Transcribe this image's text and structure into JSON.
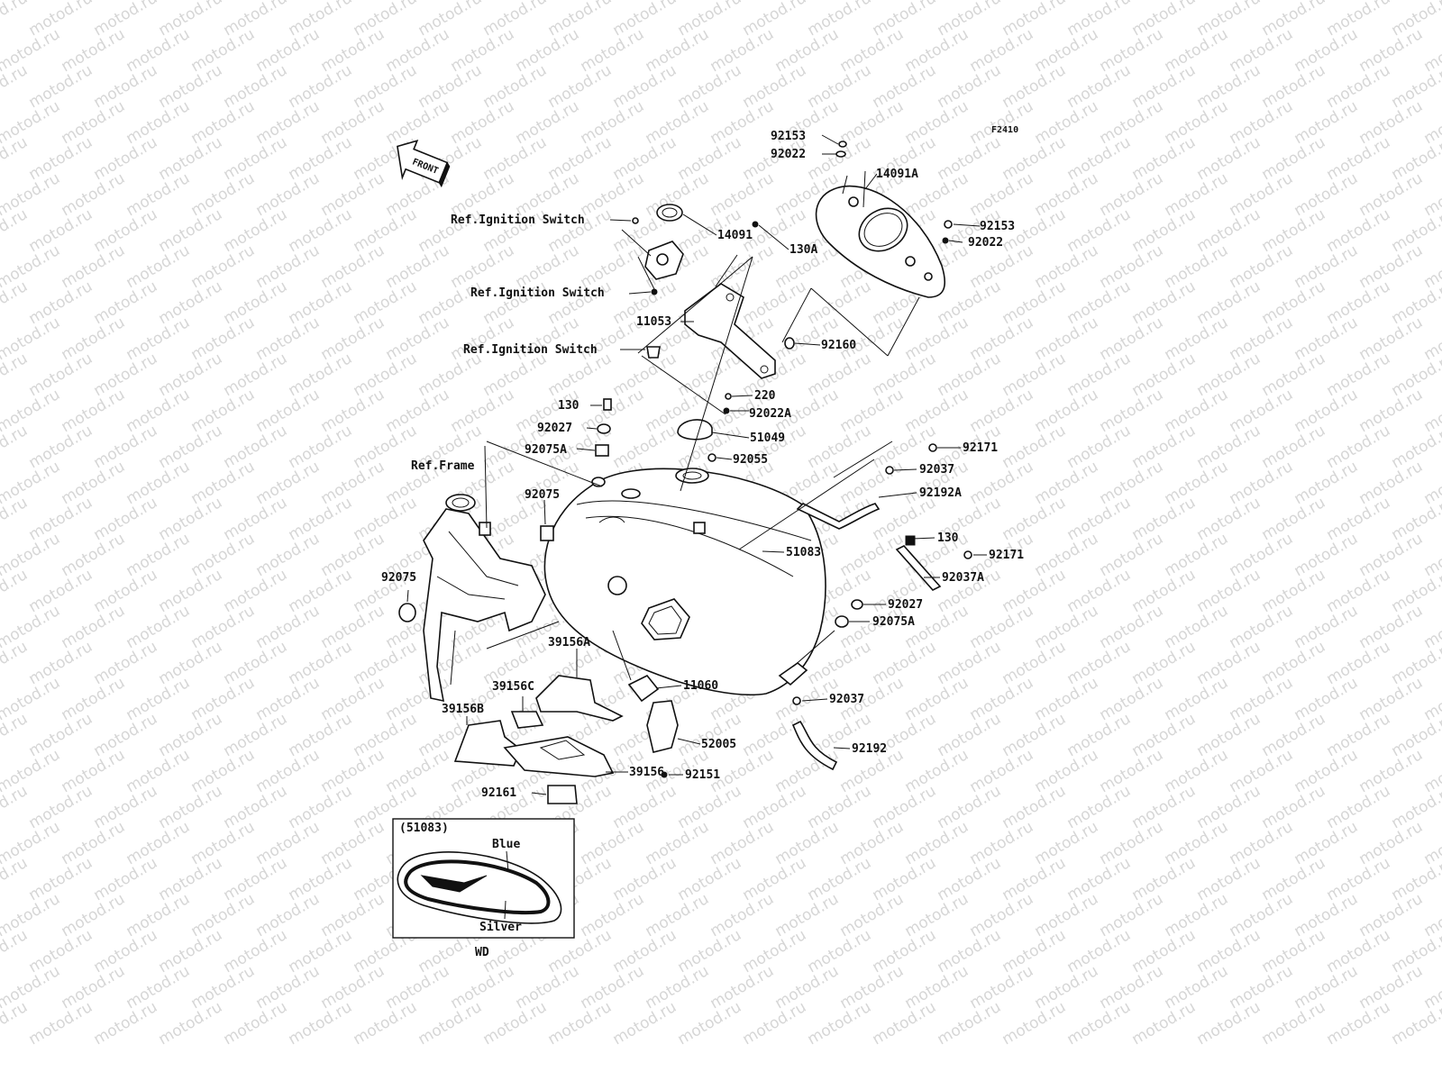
{
  "watermark": "motod.ru",
  "figure_code": "F2410",
  "front_marker": "FRONT",
  "inset": {
    "ref": "(51083)",
    "blue": "Blue",
    "silver": "Silver",
    "region": "WD"
  },
  "labels": {
    "p92153_top": "92153",
    "p92022_top": "92022",
    "p14091A": "14091A",
    "p92153_r": "92153",
    "p92022_r": "92022",
    "ref_ign_1": "Ref.Ignition Switch",
    "p14091": "14091",
    "p130A": "130A",
    "ref_ign_2": "Ref.Ignition Switch",
    "p11053": "11053",
    "p92160": "92160",
    "ref_ign_3": "Ref.Ignition Switch",
    "p220": "220",
    "p92022A": "92022A",
    "p130_a": "130",
    "p92027_a": "92027",
    "p51049": "51049",
    "p92075A_a": "92075A",
    "p92055": "92055",
    "ref_frame": "Ref.Frame",
    "p92171_a": "92171",
    "p92037_a": "92037",
    "p92192A": "92192A",
    "p92075_a": "92075",
    "p51083": "51083",
    "p130_b": "130",
    "p92171_b": "92171",
    "p92037A": "92037A",
    "p92075_b": "92075",
    "p92027_b": "92027",
    "p92075A_b": "92075A",
    "p39156A": "39156A",
    "p11060": "11060",
    "p39156C": "39156C",
    "p92037_b": "92037",
    "p39156B": "39156B",
    "p52005": "52005",
    "p92192": "92192",
    "p39156": "39156",
    "p92151": "92151",
    "p92161": "92161"
  }
}
